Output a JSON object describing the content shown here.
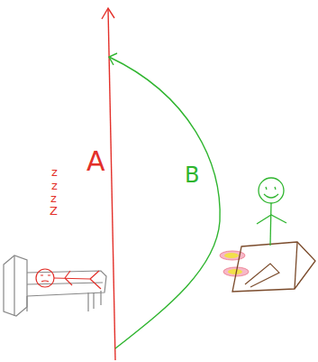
{
  "diagram": {
    "labels": [
      "A",
      "B",
      "z",
      "z",
      "z",
      "Z"
    ]
  }
}
